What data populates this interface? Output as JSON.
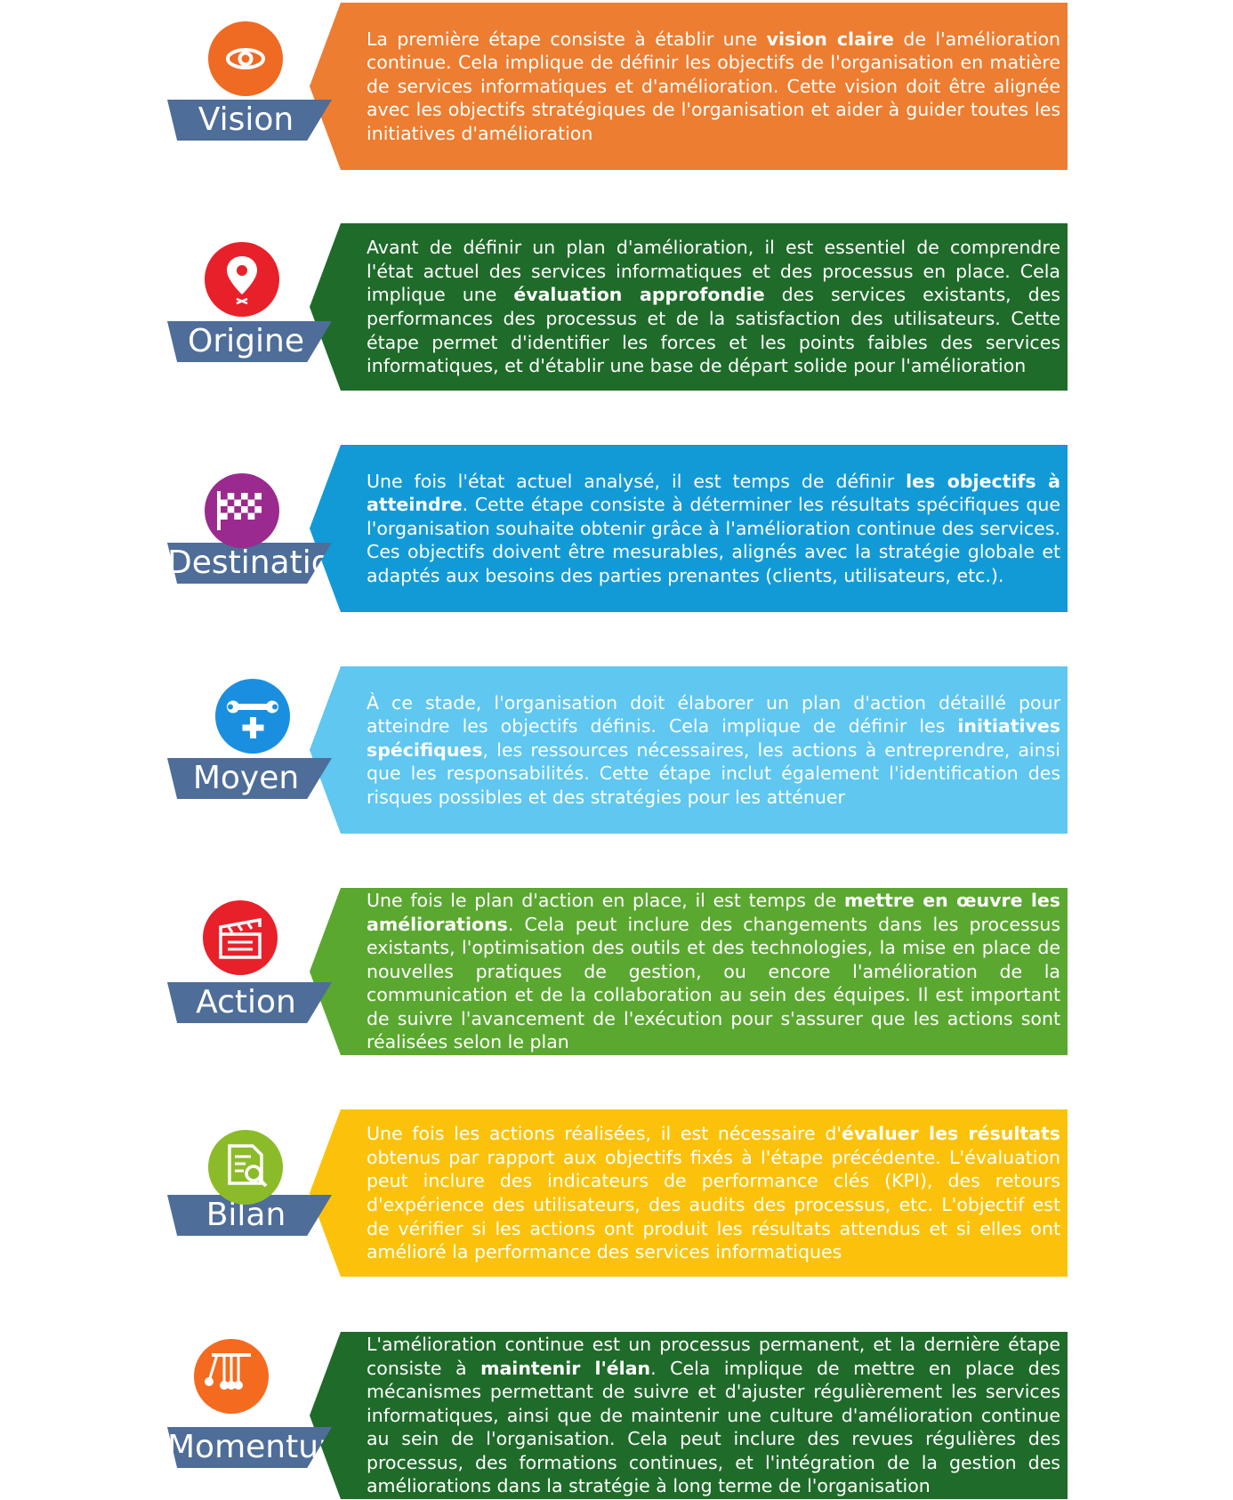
{
  "steps": [
    {
      "label": "Vision",
      "icon": "eye-icon",
      "icon_color": "#ef6a22",
      "box_color": "#ed7d31",
      "text_before": "La première étape consiste à établir une ",
      "text_bold": "vision claire",
      "text_after": " de l'amélioration continue. Cela implique de définir les objectifs de l'organisation en matière de services informatiques et d'amélioration. Cette vision doit être alignée avec les objectifs stratégiques de l'organisation et aider à guider toutes les initiatives d'amélioration"
    },
    {
      "label": "Origine",
      "icon": "location-pin-icon",
      "icon_color": "#e8202a",
      "box_color": "#1f6b2a",
      "text_before": "Avant de définir un plan d'amélioration, il est essentiel de comprendre l'état actuel des services informatiques et des processus en place. Cela implique une ",
      "text_bold": "évaluation approfondie",
      "text_after": " des services existants, des performances des processus et de la satisfaction des utilisateurs. Cette étape permet d'identifier les forces et les points faibles des services informatiques, et d'établir une base de départ solide pour l'amélioration"
    },
    {
      "label": "Destination",
      "icon": "checkered-flag-icon",
      "icon_color": "#9b2a8e",
      "box_color": "#129ad7",
      "text_before": "Une fois l'état actuel analysé, il est temps de définir ",
      "text_bold": "les objectifs à atteindre",
      "text_after": ". Cette étape consiste à déterminer les résultats spécifiques que l'organisation souhaite obtenir grâce à l'amélioration continue des services. Ces objectifs doivent être mesurables, alignés avec la stratégie globale et adaptés aux besoins des parties prenantes (clients, utilisateurs, etc.)."
    },
    {
      "label": "Moyen",
      "icon": "wrench-plus-icon",
      "icon_color": "#1a8fe0",
      "box_color": "#5fc7f0",
      "text_before": "À ce stade, l'organisation doit élaborer un plan d'action détaillé pour atteindre les objectifs définis. Cela implique de définir les ",
      "text_bold": "initiatives spécifiques",
      "text_after": ", les ressources nécessaires, les actions à entreprendre, ainsi que les responsabilités. Cette étape inclut également l'identification des risques possibles et des stratégies pour les atténuer"
    },
    {
      "label": "Action",
      "icon": "clapperboard-icon",
      "icon_color": "#e8202a",
      "box_color": "#5aa830",
      "text_before": "Une fois le plan d'action en place, il est temps de ",
      "text_bold": "mettre en œuvre les améliorations",
      "text_after": ". Cela peut inclure des changements dans les processus existants, l'optimisation des outils et des technologies, la mise en place de nouvelles pratiques de gestion, ou encore l'amélioration de la communication et de la collaboration au sein des équipes. Il est important de suivre l'avancement de l'exécution pour s'assurer que les actions sont réalisées selon le plan"
    },
    {
      "label": "Bilan",
      "icon": "document-search-icon",
      "icon_color": "#8cbb2a",
      "box_color": "#fcc20b",
      "text_before": "Une fois les actions réalisées, il est nécessaire d'",
      "text_bold": "évaluer les résultats",
      "text_after": " obtenus par rapport aux objectifs fixés à l'étape précédente. L'évaluation peut inclure des indicateurs de performance clés (KPI), des retours d'expérience des utilisateurs, des audits des processus, etc. L'objectif est de vérifier si les actions ont produit les résultats attendus et si elles ont amélioré la performance des services informatiques"
    },
    {
      "label": "Momentum",
      "icon": "newtons-cradle-icon",
      "icon_color": "#f46a1f",
      "box_color": "#1f6b2a",
      "text_before": "L'amélioration continue est un processus permanent, et la dernière étape consiste à ",
      "text_bold": "maintenir l'élan",
      "text_after": ". Cela implique de mettre en place des mécanismes permettant de suivre et d'ajuster régulièrement les services informatiques, ainsi que de maintenir une culture d'amélioration continue au sein de l'organisation. Cela peut inclure des revues régulières des processus, des formations continues, et l'intégration de la gestion des améliorations dans la stratégie à long terme de l'organisation"
    }
  ]
}
